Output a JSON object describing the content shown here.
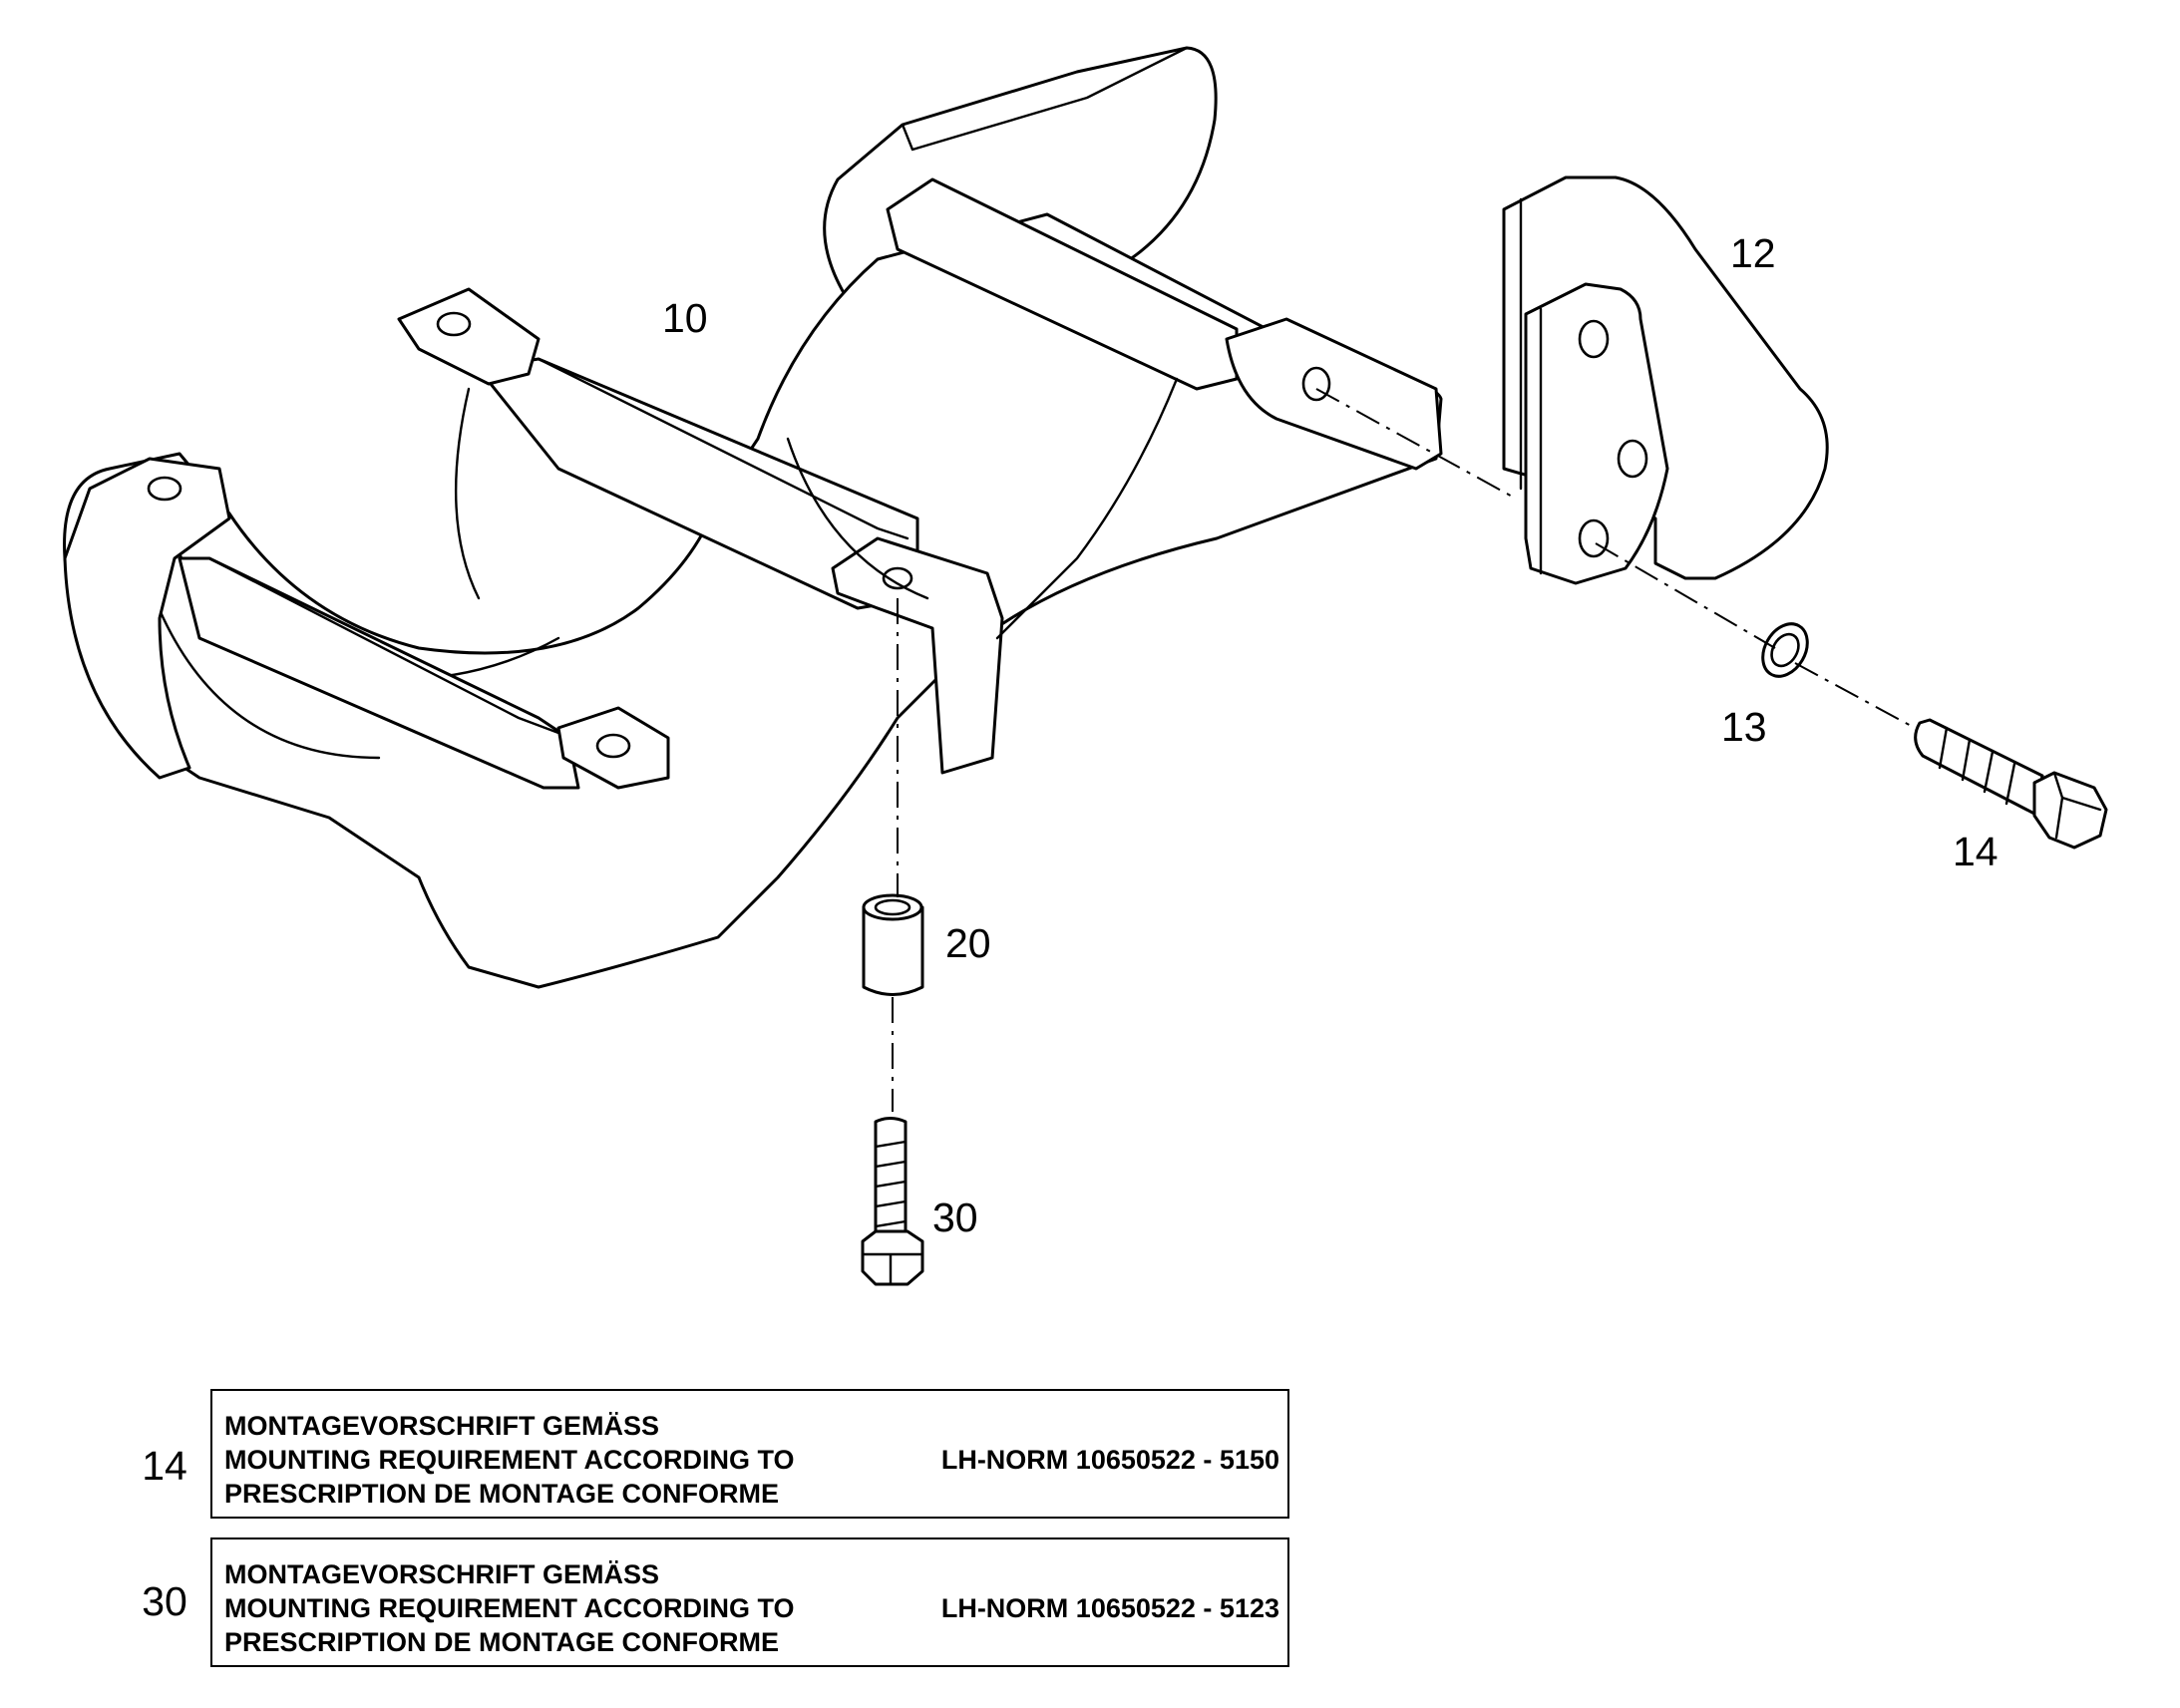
{
  "callouts": {
    "part_10": "10",
    "part_12": "12",
    "part_13": "13",
    "part_14": "14",
    "part_20": "20",
    "part_30": "30"
  },
  "notes": [
    {
      "item": "14",
      "lines": [
        "MONTAGEVORSCHRIFT GEMÄSS",
        "MOUNTING REQUIREMENT ACCORDING TO",
        "PRESCRIPTION DE MONTAGE CONFORME"
      ],
      "norm": "LH-NORM 10650522 - 5150"
    },
    {
      "item": "30",
      "lines": [
        "MONTAGEVORSCHRIFT GEMÄSS",
        "MOUNTING REQUIREMENT ACCORDING TO",
        "PRESCRIPTION DE MONTAGE CONFORME"
      ],
      "norm": "LH-NORM 10650522 - 5123"
    }
  ]
}
